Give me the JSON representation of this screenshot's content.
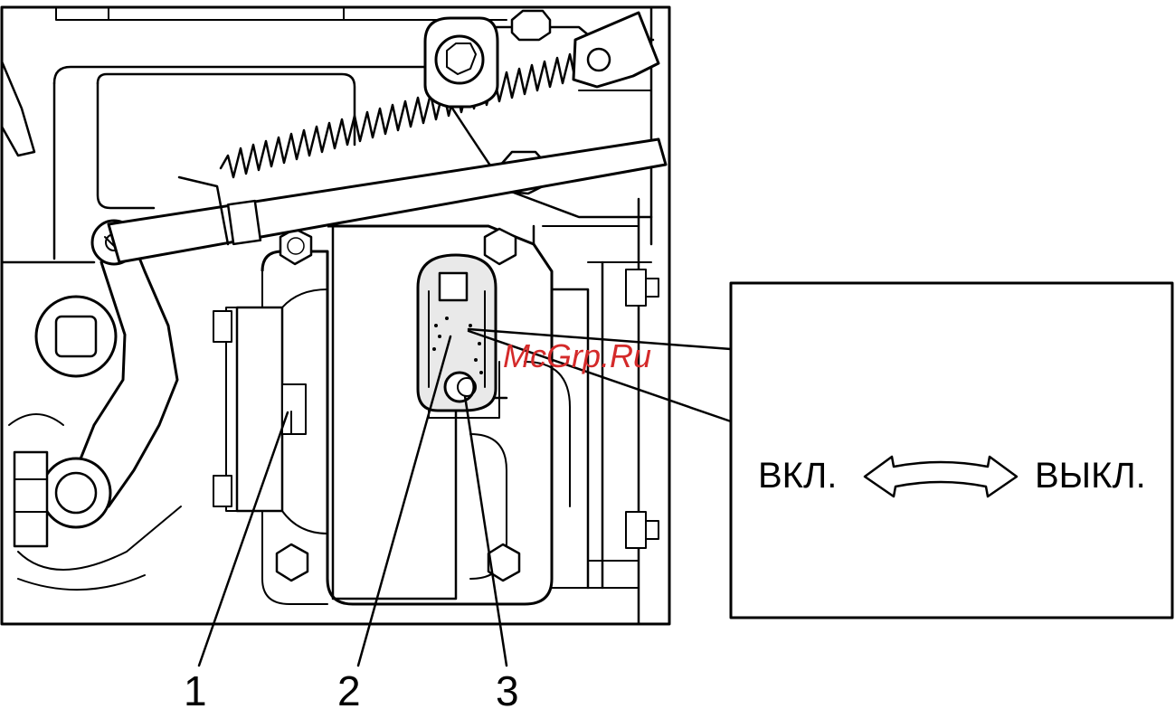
{
  "callouts": {
    "c1": "1",
    "c2": "2",
    "c3": "3"
  },
  "inset": {
    "on_label": "ВКЛ.",
    "off_label": "ВЫКЛ."
  },
  "watermark": "McGrp.Ru",
  "colors": {
    "line": "#000000",
    "background": "#ffffff",
    "watermark": "#d42a2a"
  }
}
